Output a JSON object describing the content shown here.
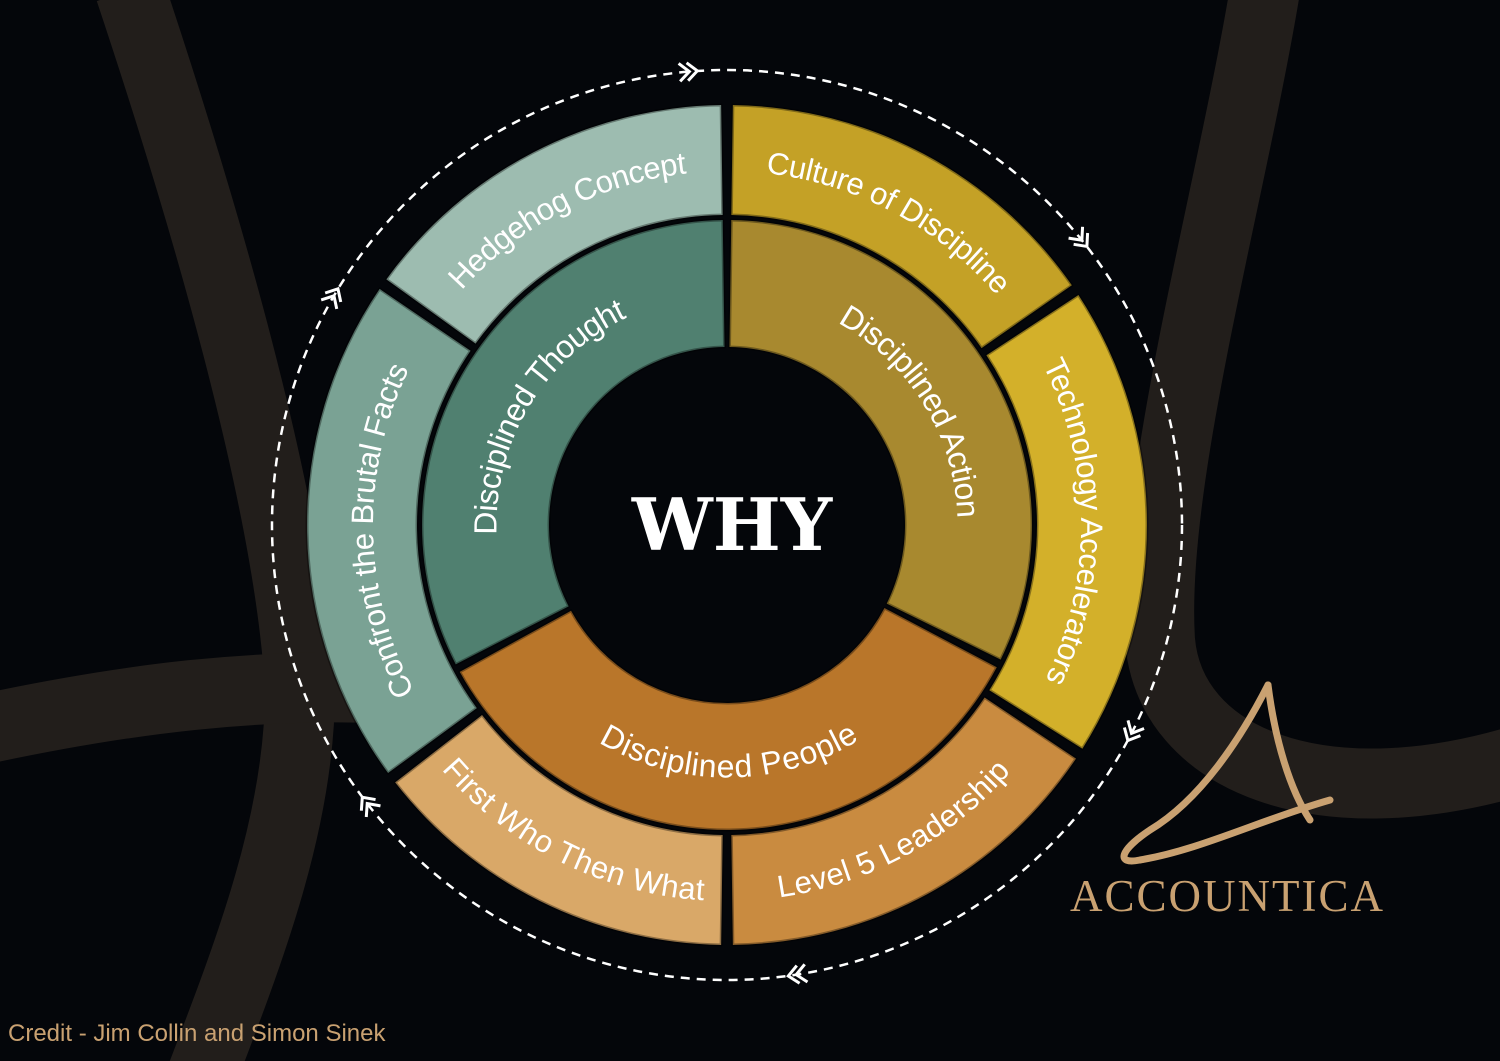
{
  "center": {
    "label": "WHY"
  },
  "inner_ring": [
    {
      "label": "Disciplined Thought",
      "color": "#508070"
    },
    {
      "label": "Disciplined Action",
      "color": "#a8892f"
    },
    {
      "label": "Disciplined People",
      "color": "#b9762a"
    }
  ],
  "outer_ring": [
    {
      "label": "Hedgehog Concept",
      "color": "#9dbcb0"
    },
    {
      "label": "Culture of Discipline",
      "color": "#c4a126"
    },
    {
      "label": "Technology Accelerators",
      "color": "#d3b02a"
    },
    {
      "label": "Level 5 Leadership",
      "color": "#c98b40"
    },
    {
      "label": "First Who Then What",
      "color": "#d9a868"
    },
    {
      "label": "Confront the Brutal Facts",
      "color": "#7aa294"
    }
  ],
  "logo": {
    "brand": "ACCOUNTICA",
    "color": "#c9a171"
  },
  "credit": "Credit - Jim Collin and Simon Sinek"
}
